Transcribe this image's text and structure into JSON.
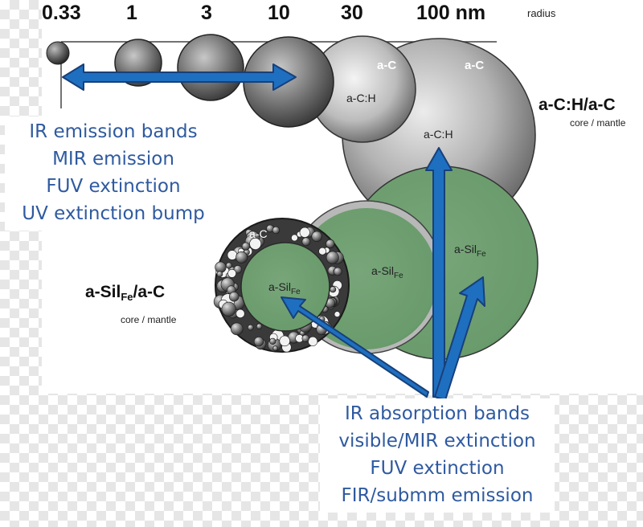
{
  "scale": {
    "ticks": [
      "0.33",
      "1",
      "3",
      "10",
      "30",
      "100 nm"
    ],
    "axis_label": "radius"
  },
  "carbon_grains": {
    "label_ac_1": "a-C",
    "label_ac_2": "a-C",
    "label_ach_1": "a-C:H",
    "label_ach_2": "a-C:H",
    "title": "a-C:H/a-C",
    "subtitle": "core / mantle"
  },
  "silicate_grains": {
    "label_ac": "a-C",
    "sil_base": "a-Sil",
    "sil_sub": "Fe",
    "title_base": "a-Sil",
    "title_sub": "Fe",
    "title_suffix": "/a-C",
    "subtitle": "core / mantle"
  },
  "emission_box": {
    "lines": [
      "IR emission bands",
      "MIR emission",
      "FUV extinction",
      "UV extinction bump"
    ]
  },
  "absorption_box": {
    "lines": [
      "IR absorption bands",
      "visible/MIR extinction",
      "FUV extinction",
      "FIR/submm emission"
    ]
  },
  "colors": {
    "text_blue": "#2f5aa0",
    "arrow_blue": "#1f6fc0",
    "silicate_green": "#6f9a72",
    "carbon_grey": "#8a8a8a"
  }
}
